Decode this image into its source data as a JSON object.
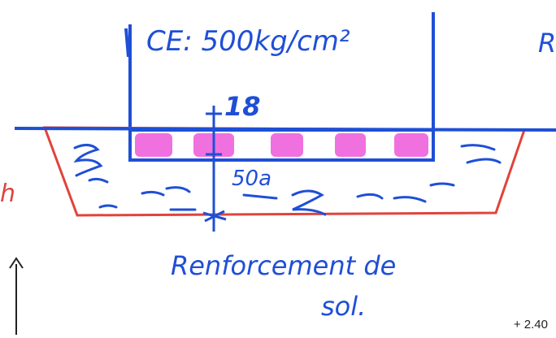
{
  "annotations": {
    "top_label": "CE: 500kg/cm²",
    "thickness_value": "18",
    "soil_value": "50a",
    "caption_line1": "Renforcement de",
    "caption_line2": "sol.",
    "left_margin_red": "h",
    "right_margin_blue": "R",
    "bottom_right": "+ 2.40"
  },
  "colors": {
    "ink_blue": "#1f4fd6",
    "red": "#e0443b",
    "pink_fill": "#f070e0"
  }
}
